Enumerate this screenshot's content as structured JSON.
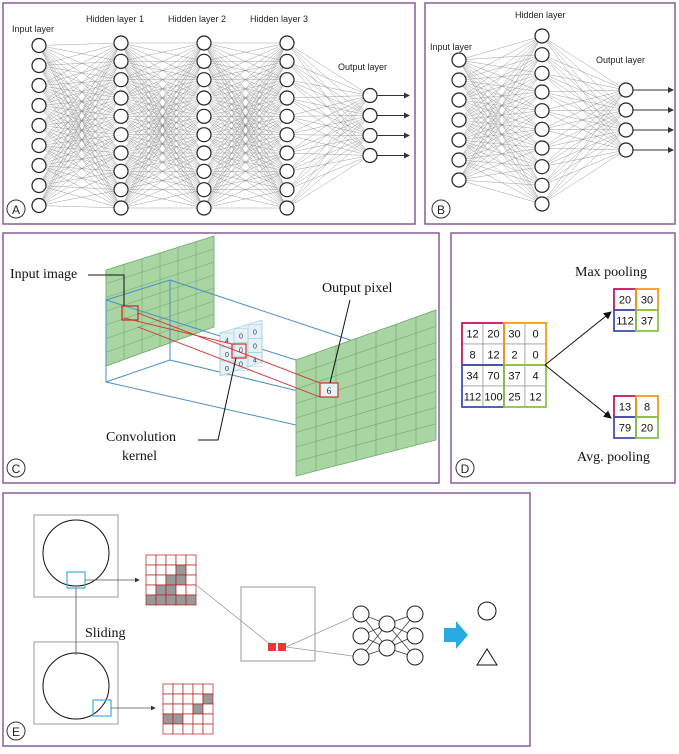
{
  "panel_a": {
    "letter": "A",
    "labels": {
      "input": "Input layer",
      "hidden1": "Hidden layer 1",
      "hidden2": "Hidden layer 2",
      "hidden3": "Hidden layer 3",
      "output": "Output layer"
    },
    "layer_sizes": [
      9,
      10,
      10,
      10,
      4
    ]
  },
  "panel_b": {
    "letter": "B",
    "labels": {
      "input": "Input layer",
      "hidden": "Hidden layer",
      "output": "Output layer"
    },
    "layer_sizes": [
      7,
      10,
      4
    ]
  },
  "panel_c": {
    "letter": "C",
    "input_label": "Input image",
    "output_label": "Output pixel",
    "kernel_label_1": "Convolution",
    "kernel_label_2": "kernel",
    "output_value": "6",
    "kernel_values": [
      [
        "4",
        "0",
        "0"
      ],
      [
        "0",
        "0",
        "0"
      ],
      [
        "0",
        "0",
        "4"
      ]
    ]
  },
  "panel_d": {
    "letter": "D",
    "max_label": "Max pooling",
    "avg_label": "Avg. pooling",
    "input_grid": [
      [
        "12",
        "20",
        "30",
        "0"
      ],
      [
        "8",
        "12",
        "2",
        "0"
      ],
      [
        "34",
        "70",
        "37",
        "4"
      ],
      [
        "112",
        "100",
        "25",
        "12"
      ]
    ],
    "max_grid": [
      [
        "20",
        "30"
      ],
      [
        "112",
        "37"
      ]
    ],
    "avg_grid": [
      [
        "13",
        "8"
      ],
      [
        "79",
        "20"
      ]
    ],
    "quadrant_colors": [
      "#c2185b",
      "#f39c12",
      "#3f51b5",
      "#8bc34a"
    ]
  },
  "panel_e": {
    "letter": "E",
    "sliding_label": "Sliding",
    "arrow_color": "#29abe2",
    "grid_top": [
      [
        0,
        0,
        0,
        0,
        0
      ],
      [
        0,
        0,
        0,
        1,
        0
      ],
      [
        0,
        0,
        1,
        1,
        0
      ],
      [
        0,
        1,
        1,
        0,
        0
      ],
      [
        1,
        1,
        1,
        1,
        1
      ]
    ],
    "grid_bottom": [
      [
        0,
        0,
        0,
        0,
        0
      ],
      [
        0,
        0,
        0,
        0,
        1
      ],
      [
        0,
        0,
        0,
        1,
        0
      ],
      [
        1,
        1,
        0,
        0,
        0
      ],
      [
        0,
        0,
        0,
        0,
        0
      ]
    ]
  }
}
